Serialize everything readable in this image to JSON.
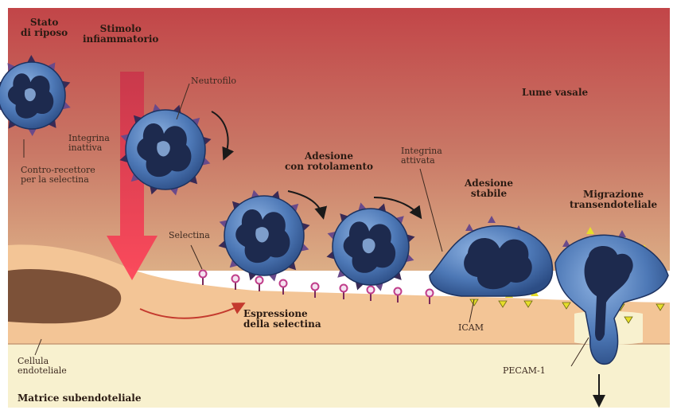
{
  "labels": {
    "stato_riposo": [
      "Stato",
      "di riposo"
    ],
    "stimolo_infiammatorio": [
      "Stimolo",
      "infiammatorio"
    ],
    "neutrofilo": "Neutrofilo",
    "integrina_inattiva": [
      "Integrina",
      "inattiva"
    ],
    "contro_recettore": [
      "Contro-recettore",
      "per la selectina"
    ],
    "lume_vasale": "Lume vasale",
    "adesione_rotolamento": [
      "Adesione",
      "con rotolamento"
    ],
    "integrina_attivata": [
      "Integrina",
      "attivata"
    ],
    "adesione_stabile": [
      "Adesione",
      "stabile"
    ],
    "migrazione": [
      "Migrazione",
      "transendoteliale"
    ],
    "selectina": "Selectina",
    "espressione": [
      "Espressione",
      "della selectina"
    ],
    "icam": "ICAM",
    "pecam": "PECAM-1",
    "cellula_endoteliale": [
      "Cellula",
      "endoteliale"
    ],
    "matrice": "Matrice subendoteliale"
  },
  "colors": {
    "lumen_top": "#c64a4c",
    "lumen_bottom": "#d9a07c",
    "endothelium": "#f3c596",
    "matrix": "#f8f1cf",
    "nucleus_endo": "#7c5138",
    "cell_body": "#4f79b7",
    "cell_nucleus": "#1d2a4e",
    "arrow": "#e83a4a",
    "selectin": "#c03d8a",
    "icam": "#e6dd2a",
    "spike": "#3a2a55"
  }
}
